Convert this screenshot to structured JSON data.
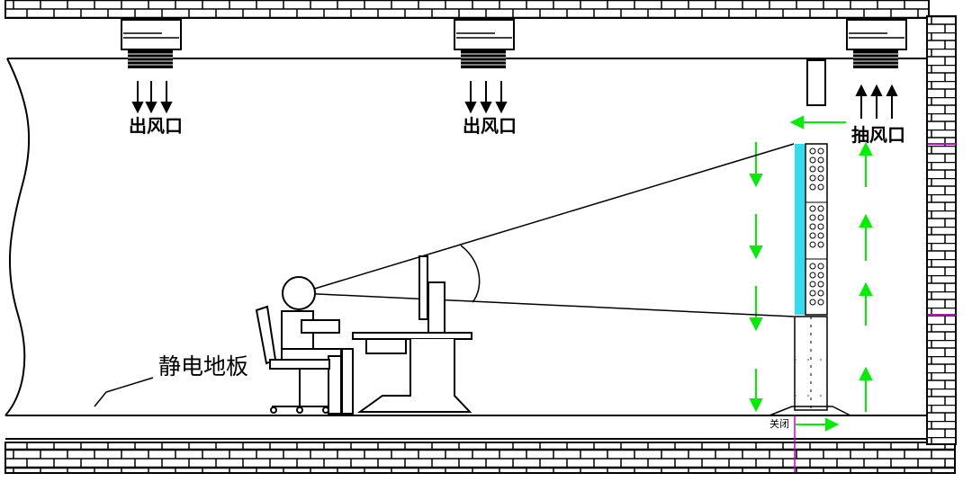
{
  "labels": {
    "outlet": "出风口",
    "exhaust": "抽风口",
    "floor": "静电地板",
    "closed": "关闭"
  },
  "colors": {
    "line": "#000000",
    "airflow": "#00ee00",
    "panel_highlight": "#33ddee",
    "marker": "#cc00cc"
  },
  "icons": {
    "outlet_unit": "ceiling-air-outlet-icon",
    "exhaust_unit": "ceiling-exhaust-icon",
    "operator": "seated-person-icon",
    "desk": "desk-with-monitor-icon",
    "panel": "perforated-display-panel-icon"
  }
}
